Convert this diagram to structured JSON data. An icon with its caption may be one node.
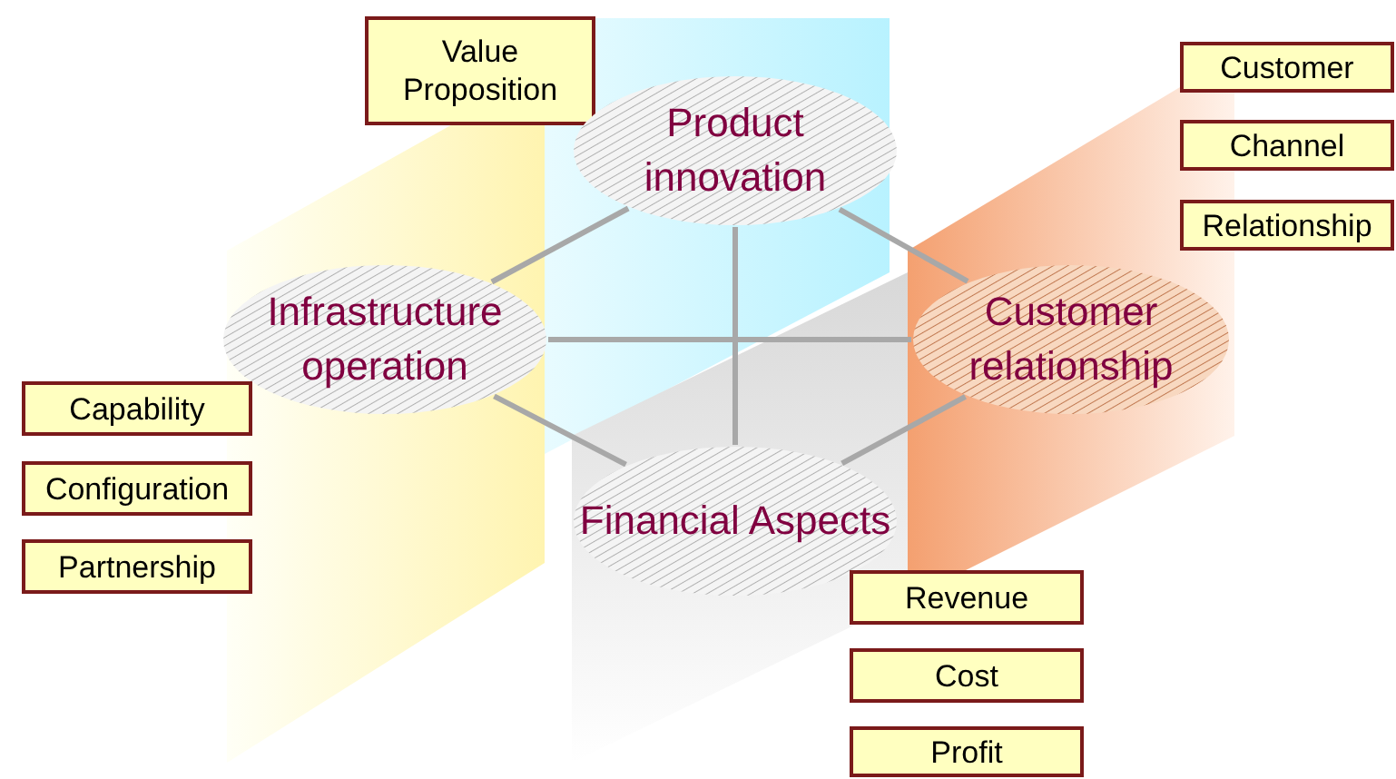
{
  "diagram": {
    "nodes": [
      {
        "text": [
          "Value Proposition"
        ]
      },
      {
        "text": [
          "Product innovation"
        ]
      },
      {
        "text": [
          "Customer"
        ]
      },
      {
        "text": [
          "Channel"
        ]
      },
      {
        "text": [
          "Relationship"
        ]
      },
      {
        "text": [
          "Infrastructure operation"
        ]
      },
      {
        "text": [
          "Customer relationship"
        ]
      },
      {
        "text": [
          "Capability"
        ]
      },
      {
        "text": [
          "Configuration"
        ]
      },
      {
        "text": [
          "Partnership"
        ]
      },
      {
        "text": [
          "Financial Aspects"
        ]
      },
      {
        "text": [
          "Revenue"
        ]
      },
      {
        "text": [
          "Cost"
        ]
      },
      {
        "text": [
          "Profit"
        ]
      }
    ],
    "edges": [
      {
        "from": 1,
        "to": 5,
        "arrow": "none"
      },
      {
        "from": 1,
        "to": 6,
        "arrow": "none"
      },
      {
        "from": 5,
        "to": 6,
        "arrow": "none"
      },
      {
        "from": 1,
        "to": 10,
        "arrow": "none"
      },
      {
        "from": 5,
        "to": 10,
        "arrow": "none"
      },
      {
        "from": 10,
        "to": 6,
        "arrow": "none"
      }
    ]
  }
}
